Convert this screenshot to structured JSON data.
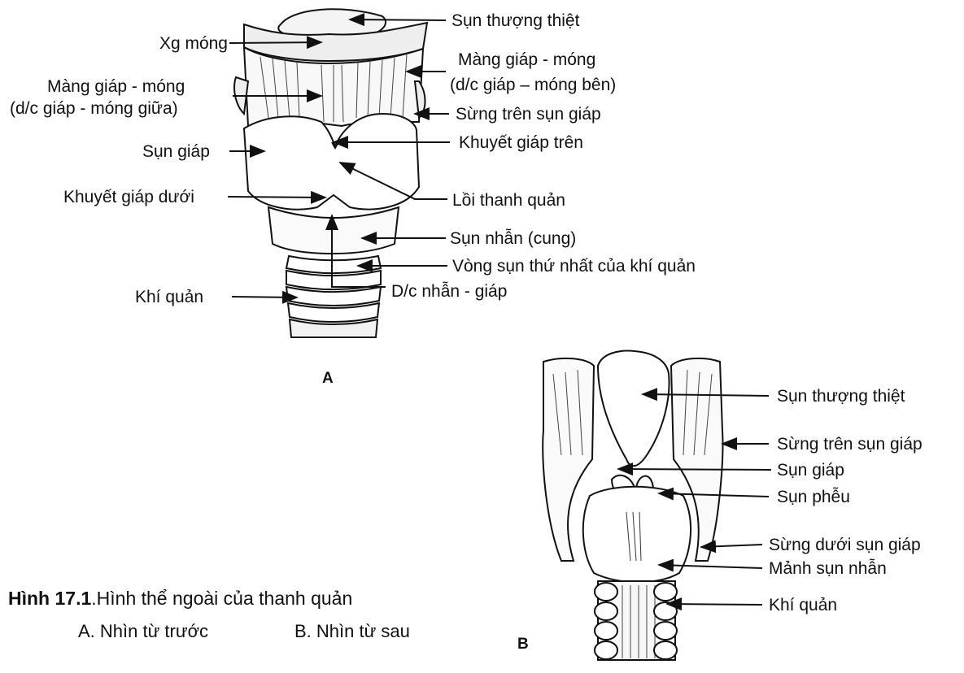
{
  "figure_a": {
    "letter": "A",
    "labels_left": [
      "Xg móng",
      "Màng giáp - móng",
      "(d/c giáp - móng giữa)",
      "Sụn giáp",
      "Khuyết giáp dưới",
      "Khí quản"
    ],
    "labels_right": [
      "Sụn thượng thiệt",
      "Màng giáp - móng",
      "(d/c giáp – móng bên)",
      "Sừng trên sụn giáp",
      "Khuyết giáp trên",
      "Lồi thanh quản",
      "Sụn nhẫn (cung)",
      "Vòng sụn thứ nhất của khí quản",
      "D/c nhẫn - giáp"
    ]
  },
  "figure_b": {
    "letter": "B",
    "labels_right": [
      "Sụn thượng thiệt",
      "Sừng trên sụn giáp",
      "Sụn giáp",
      "Sụn phễu",
      "Sừng dưới sụn giáp",
      "Mảnh sụn nhẫn",
      "Khí quản"
    ]
  },
  "caption": {
    "number": "Hình 17.1",
    "title": ".Hình thể ngoài  của thanh quản",
    "sub_a": "A. Nhìn từ trước",
    "sub_b": "B. Nhìn từ sau"
  }
}
